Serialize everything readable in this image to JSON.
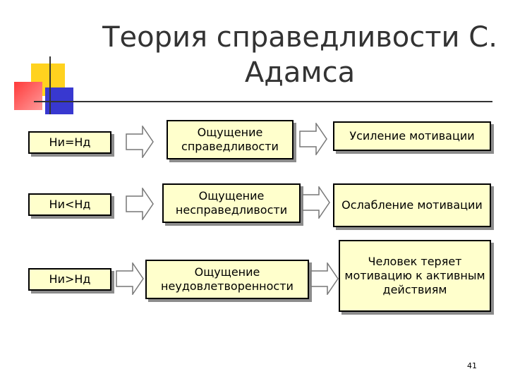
{
  "title": "Теория справедливости С. Адамса",
  "rows": [
    {
      "condition": "Ни=Нд",
      "feeling": "Ощущение справедливости",
      "result": "Усиление мотивации"
    },
    {
      "condition": "Ни<Нд",
      "feeling": "Ощущение несправедливости",
      "result": "Ослабление мотивации"
    },
    {
      "condition": "Ни>Нд",
      "feeling": "Ощущение неудовлетворенности",
      "result": "Человек теряет мотивацию к активным действиям"
    }
  ],
  "slide_number": "41",
  "colors": {
    "box_fill": "#ffffcc",
    "deco_yellow": "#ffcc00",
    "deco_red": "#ff3333",
    "deco_blue": "#3333cc"
  }
}
